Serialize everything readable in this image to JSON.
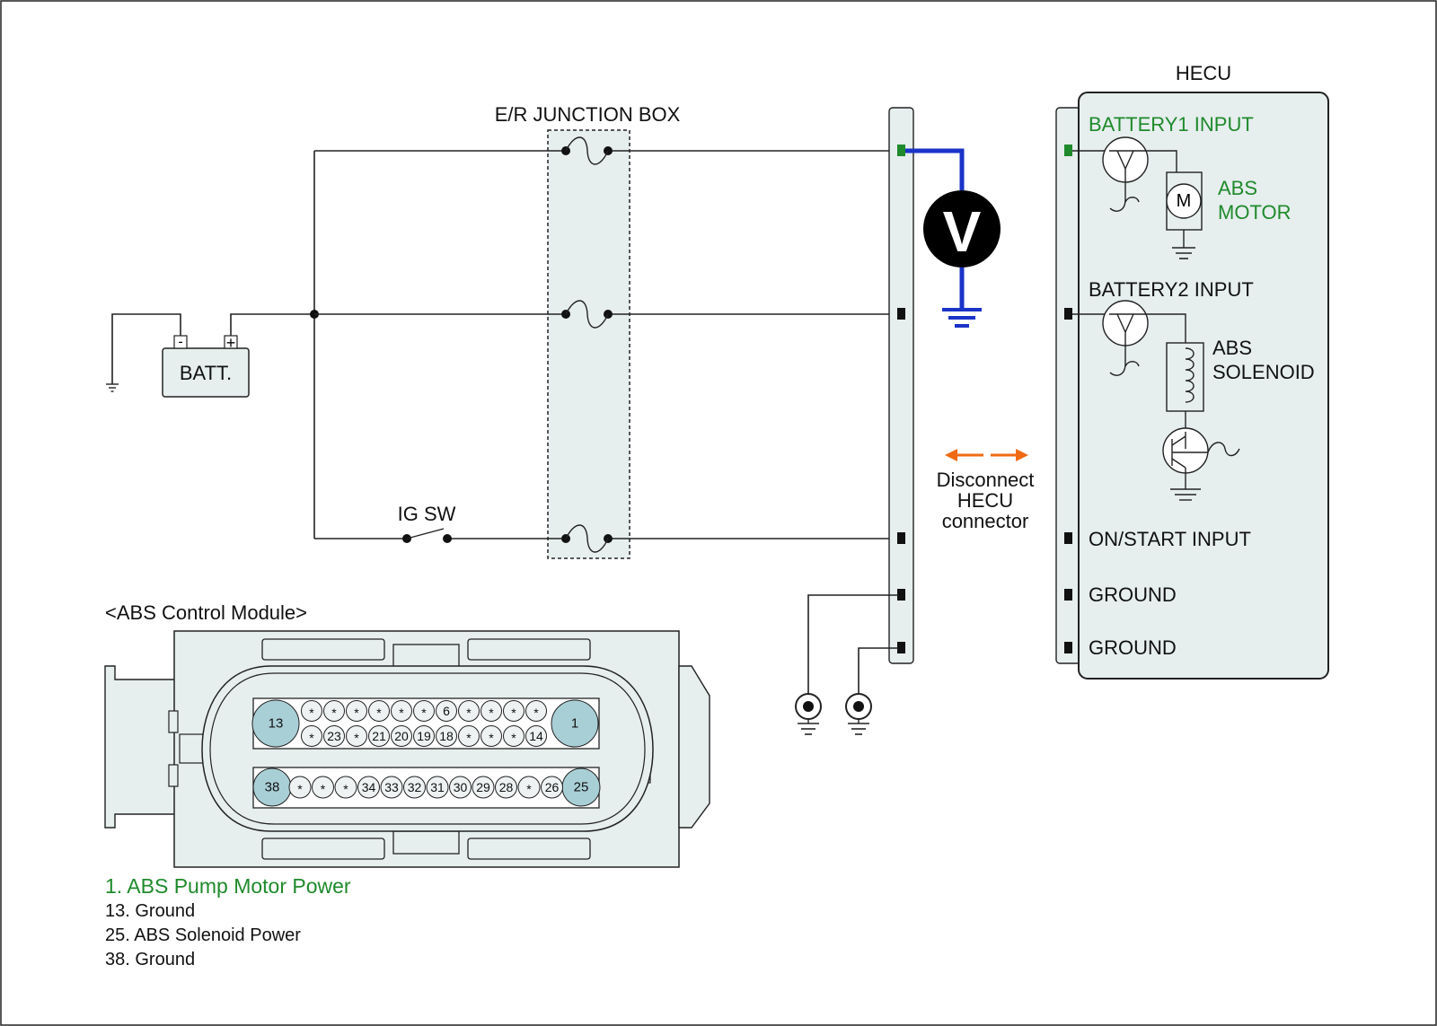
{
  "labels": {
    "junction_box": "E/R JUNCTION BOX",
    "hecu": "HECU",
    "battery": "BATT.",
    "ig_sw": "IG SW",
    "batt_neg": "-",
    "batt_pos": "+",
    "voltmeter": "V",
    "motor_symbol": "M",
    "disconnect": [
      "Disconnect",
      "HECU",
      "connector"
    ],
    "module_title": "<ABS Control Module>"
  },
  "hecu_pins": {
    "battery1": "BATTERY1 INPUT",
    "abs_motor": [
      "ABS",
      "MOTOR"
    ],
    "battery2": "BATTERY2 INPUT",
    "abs_solenoid": [
      "ABS",
      "SOLENOID"
    ],
    "on_start": "ON/START INPUT",
    "ground1": "GROUND",
    "ground2": "GROUND"
  },
  "connector": {
    "row1": [
      "*",
      "*",
      "*",
      "*",
      "*",
      "*",
      "6",
      "*",
      "*",
      "*",
      "*"
    ],
    "row2": [
      "*",
      "23",
      "*",
      "21",
      "20",
      "19",
      "18",
      "*",
      "*",
      "*",
      "14"
    ],
    "row3": [
      "*",
      "*",
      "*",
      "34",
      "33",
      "32",
      "31",
      "30",
      "29",
      "28",
      "*",
      "26"
    ],
    "big_pins": {
      "left_top": "13",
      "right_top": "1",
      "left_bottom": "38",
      "right_bottom": "25"
    }
  },
  "legend": [
    {
      "text": "1. ABS Pump Motor Power",
      "color": "#1f8a2b"
    },
    {
      "text": "13. Ground",
      "color": "#111111"
    },
    {
      "text": "25. ABS Solenoid Power",
      "color": "#111111"
    },
    {
      "text": "38. Ground",
      "color": "#111111"
    }
  ],
  "colors": {
    "highlight_green": "#1f8a2b",
    "meter_wire_blue": "#1a33c8",
    "arrow_orange": "#f06a14",
    "panel_fill": "#e6eeee",
    "pin_fill": "#a9cfd6"
  }
}
